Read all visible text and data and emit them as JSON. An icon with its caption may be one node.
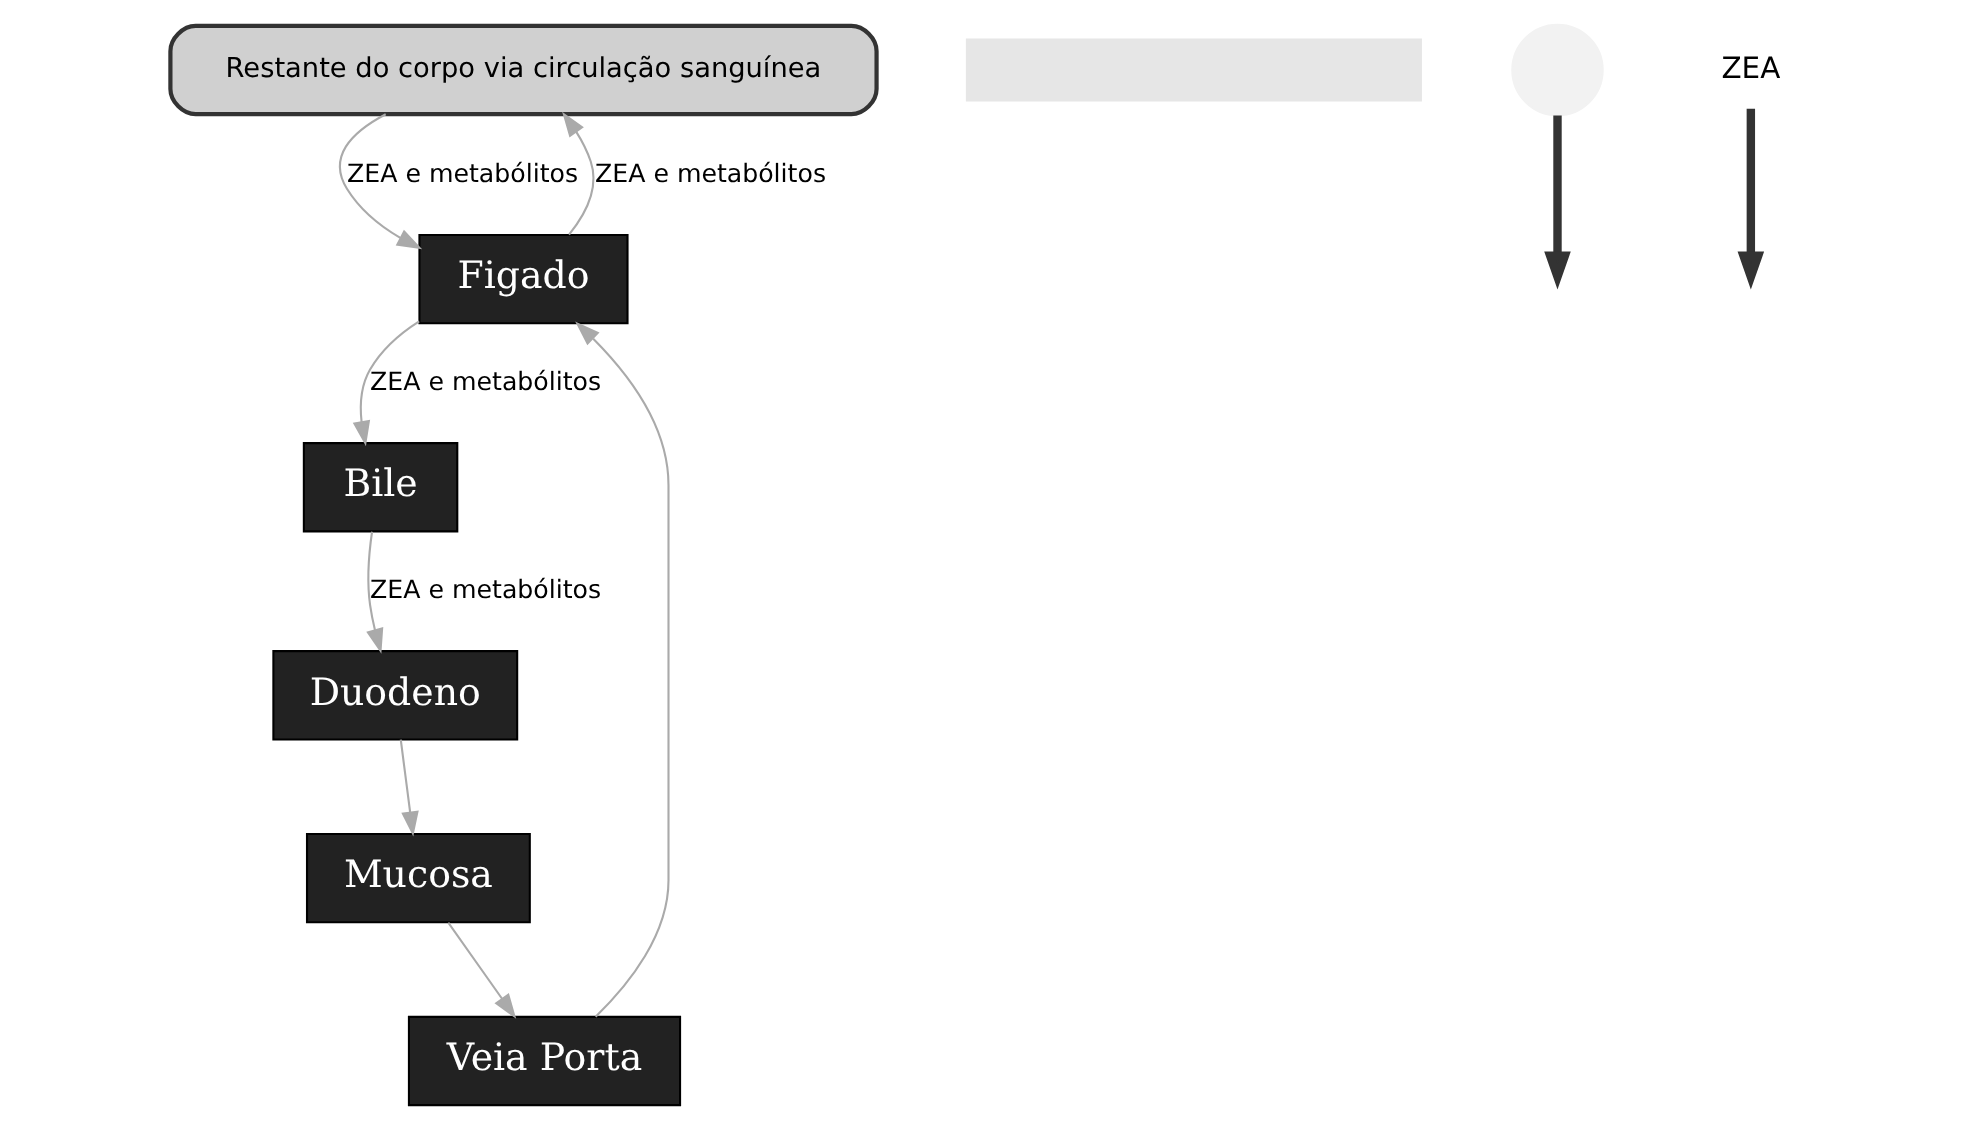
{
  "diagram": {
    "nodes": [
      {
        "text": [
          "Restante do corpo via circulação sanguínea"
        ]
      },
      {
        "text": [
          "Figado"
        ]
      },
      {
        "text": [
          "Veia Porta"
        ]
      },
      {
        "text": [
          "Bile"
        ]
      },
      {
        "text": [
          "Mucosa"
        ]
      },
      {
        "text": [
          "Duodeno"
        ]
      },
      {
        "text": [],
        "shape": "bar"
      },
      {
        "text": [],
        "shape": "circle"
      },
      {
        "text": [
          "ZEA"
        ]
      }
    ],
    "edges": [
      {
        "from": 0,
        "to": 1,
        "arrow": "to",
        "label": "ZEA e metabólitos"
      },
      {
        "from": 1,
        "to": 0,
        "arrow": "to",
        "label": "ZEA e metabólitos"
      },
      {
        "from": 1,
        "to": 3,
        "arrow": "to",
        "label": "ZEA e metabólitos"
      },
      {
        "from": 3,
        "to": 5,
        "arrow": "to",
        "label": "ZEA e metabólitos"
      },
      {
        "from": 5,
        "to": 4,
        "arrow": "to"
      },
      {
        "from": 4,
        "to": 2,
        "arrow": "to"
      },
      {
        "from": 2,
        "to": 1,
        "arrow": "to"
      },
      {
        "from": 8,
        "to": null,
        "arrow": "to",
        "style": "thick",
        "color": "#333333"
      },
      {
        "from": 7,
        "to": null,
        "arrow": "to",
        "style": "thick",
        "color": "#333333"
      }
    ]
  }
}
